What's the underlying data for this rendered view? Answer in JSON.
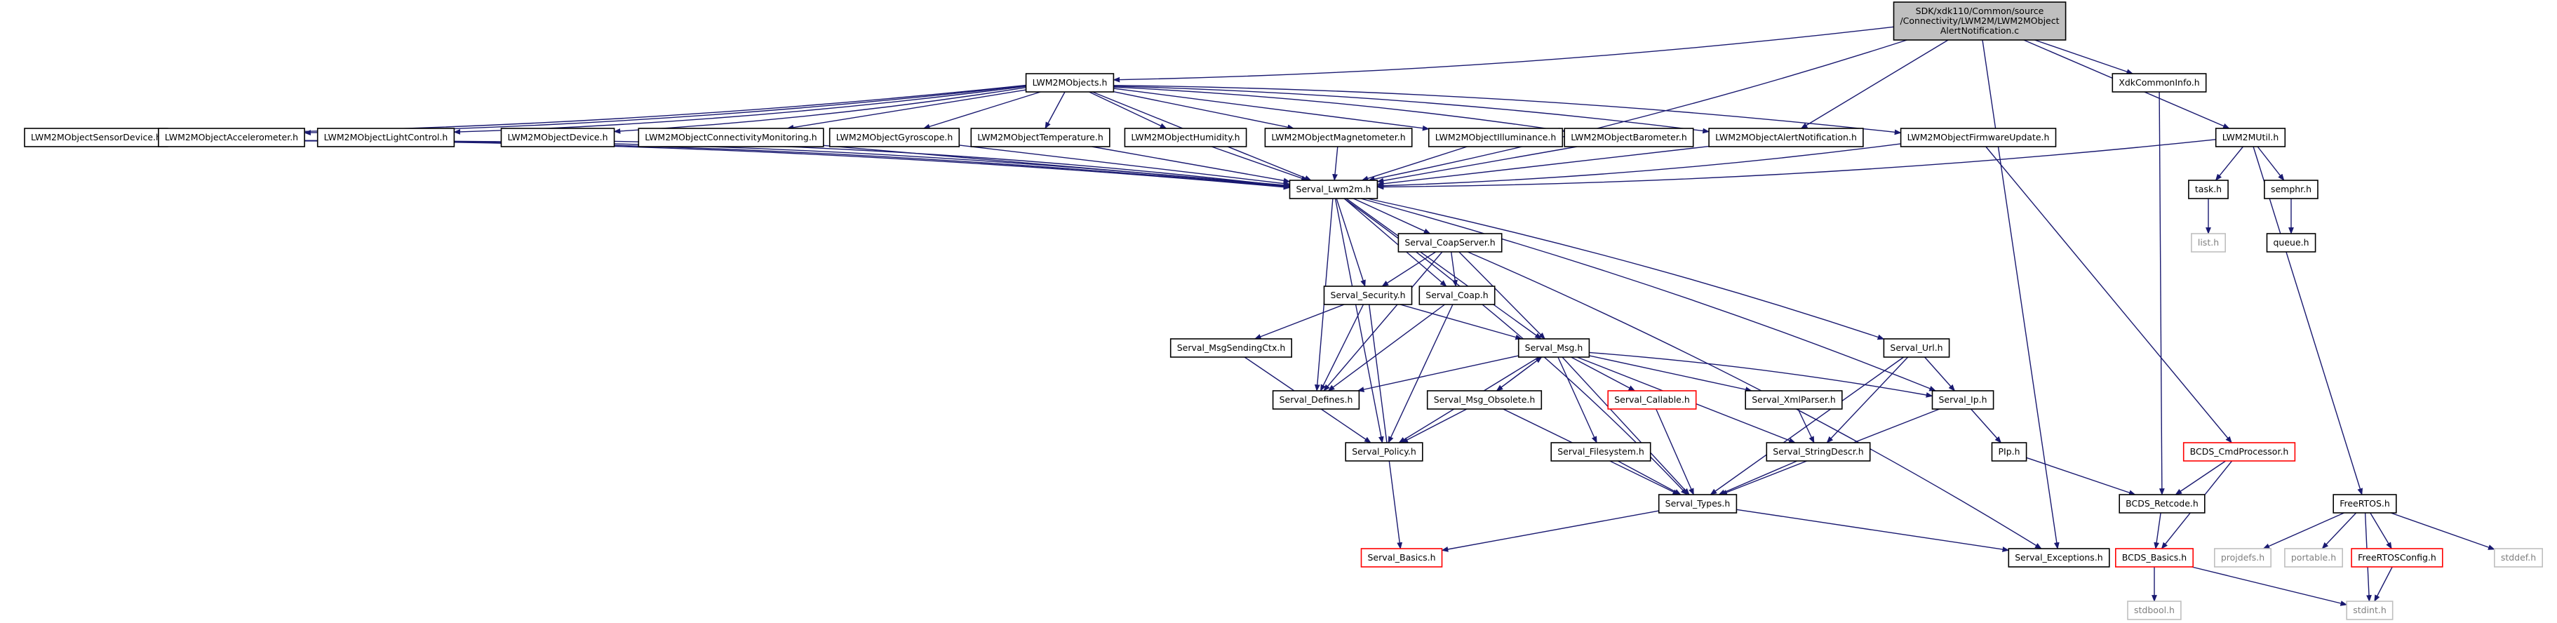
{
  "diagram": {
    "colors": {
      "edge": "#191970",
      "node_border": "#000000",
      "node_red_border": "#ff0000",
      "node_gray_border": "#bfbfbf",
      "root_fill": "#bfbfbf",
      "red_text": "#ff0000",
      "gray_text": "#7f7f7f"
    },
    "nodes": [
      {
        "id": "root",
        "lines": [
          "SDK/xdk110/Common/source",
          "/Connectivity/LWM2M/LWM2MObject",
          "AlertNotification.c"
        ],
        "style": "root"
      },
      {
        "id": "objects",
        "lines": [
          "LWM2MObjects.h"
        ],
        "style": "normal"
      },
      {
        "id": "xdkinfo",
        "lines": [
          "XdkCommonInfo.h"
        ],
        "style": "normal"
      },
      {
        "id": "util",
        "lines": [
          "LWM2MUtil.h"
        ],
        "style": "normal"
      },
      {
        "id": "sensordev",
        "lines": [
          "LWM2MObjectSensorDevice.h"
        ],
        "style": "normal"
      },
      {
        "id": "accel",
        "lines": [
          "LWM2MObjectAccelerometer.h"
        ],
        "style": "normal"
      },
      {
        "id": "light",
        "lines": [
          "LWM2MObjectLightControl.h"
        ],
        "style": "normal"
      },
      {
        "id": "device",
        "lines": [
          "LWM2MObjectDevice.h"
        ],
        "style": "normal"
      },
      {
        "id": "conn",
        "lines": [
          "LWM2MObjectConnectivityMonitoring.h"
        ],
        "style": "normal"
      },
      {
        "id": "gyro",
        "lines": [
          "LWM2MObjectGyroscope.h"
        ],
        "style": "normal"
      },
      {
        "id": "temp",
        "lines": [
          "LWM2MObjectTemperature.h"
        ],
        "style": "normal"
      },
      {
        "id": "humid",
        "lines": [
          "LWM2MObjectHumidity.h"
        ],
        "style": "normal"
      },
      {
        "id": "magn",
        "lines": [
          "LWM2MObjectMagnetometer.h"
        ],
        "style": "normal"
      },
      {
        "id": "illum",
        "lines": [
          "LWM2MObjectIlluminance.h"
        ],
        "style": "normal"
      },
      {
        "id": "baro",
        "lines": [
          "LWM2MObjectBarometer.h"
        ],
        "style": "normal"
      },
      {
        "id": "alert",
        "lines": [
          "LWM2MObjectAlertNotification.h"
        ],
        "style": "normal"
      },
      {
        "id": "fwupd",
        "lines": [
          "LWM2MObjectFirmwareUpdate.h"
        ],
        "style": "normal"
      },
      {
        "id": "lwm2m",
        "lines": [
          "Serval_Lwm2m.h"
        ],
        "style": "normal"
      },
      {
        "id": "task",
        "lines": [
          "task.h"
        ],
        "style": "normal"
      },
      {
        "id": "semphr",
        "lines": [
          "semphr.h"
        ],
        "style": "normal"
      },
      {
        "id": "list",
        "lines": [
          "list.h"
        ],
        "style": "gray"
      },
      {
        "id": "queue",
        "lines": [
          "queue.h"
        ],
        "style": "normal"
      },
      {
        "id": "coapserver",
        "lines": [
          "Serval_CoapServer.h"
        ],
        "style": "normal"
      },
      {
        "id": "security",
        "lines": [
          "Serval_Security.h"
        ],
        "style": "normal"
      },
      {
        "id": "coap",
        "lines": [
          "Serval_Coap.h"
        ],
        "style": "normal"
      },
      {
        "id": "sendingctx",
        "lines": [
          "Serval_MsgSendingCtx.h"
        ],
        "style": "normal"
      },
      {
        "id": "msg",
        "lines": [
          "Serval_Msg.h"
        ],
        "style": "normal"
      },
      {
        "id": "url",
        "lines": [
          "Serval_Url.h"
        ],
        "style": "normal"
      },
      {
        "id": "defines",
        "lines": [
          "Serval_Defines.h"
        ],
        "style": "normal"
      },
      {
        "id": "obsolete",
        "lines": [
          "Serval_Msg_Obsolete.h"
        ],
        "style": "normal"
      },
      {
        "id": "callable",
        "lines": [
          "Serval_Callable.h"
        ],
        "style": "red"
      },
      {
        "id": "xmlparser",
        "lines": [
          "Serval_XmlParser.h"
        ],
        "style": "normal"
      },
      {
        "id": "ip",
        "lines": [
          "Serval_Ip.h"
        ],
        "style": "normal"
      },
      {
        "id": "policy",
        "lines": [
          "Serval_Policy.h"
        ],
        "style": "normal"
      },
      {
        "id": "filesystem",
        "lines": [
          "Serval_Filesystem.h"
        ],
        "style": "normal"
      },
      {
        "id": "stringdescr",
        "lines": [
          "Serval_StringDescr.h"
        ],
        "style": "normal"
      },
      {
        "id": "pip",
        "lines": [
          "PIp.h"
        ],
        "style": "normal"
      },
      {
        "id": "cmdproc",
        "lines": [
          "BCDS_CmdProcessor.h"
        ],
        "style": "red"
      },
      {
        "id": "types",
        "lines": [
          "Serval_Types.h"
        ],
        "style": "normal"
      },
      {
        "id": "retcode",
        "lines": [
          "BCDS_Retcode.h"
        ],
        "style": "normal"
      },
      {
        "id": "freertos",
        "lines": [
          "FreeRTOS.h"
        ],
        "style": "normal"
      },
      {
        "id": "basics",
        "lines": [
          "Serval_Basics.h"
        ],
        "style": "red"
      },
      {
        "id": "exceptions",
        "lines": [
          "Serval_Exceptions.h"
        ],
        "style": "normal"
      },
      {
        "id": "bcdsbasics",
        "lines": [
          "BCDS_Basics.h"
        ],
        "style": "red"
      },
      {
        "id": "projdefs",
        "lines": [
          "projdefs.h"
        ],
        "style": "gray"
      },
      {
        "id": "portable",
        "lines": [
          "portable.h"
        ],
        "style": "gray"
      },
      {
        "id": "frconfig",
        "lines": [
          "FreeRTOSConfig.h"
        ],
        "style": "red"
      },
      {
        "id": "stddef",
        "lines": [
          "stddef.h"
        ],
        "style": "gray"
      },
      {
        "id": "stdbool",
        "lines": [
          "stdbool.h"
        ],
        "style": "gray"
      },
      {
        "id": "stdint",
        "lines": [
          "stdint.h"
        ],
        "style": "gray"
      }
    ],
    "edges": [
      [
        "root",
        "objects"
      ],
      [
        "root",
        "xdkinfo"
      ],
      [
        "root",
        "util"
      ],
      [
        "root",
        "alert"
      ],
      [
        "root",
        "lwm2m"
      ],
      [
        "root",
        "exceptions"
      ],
      [
        "objects",
        "sensordev"
      ],
      [
        "objects",
        "accel"
      ],
      [
        "objects",
        "light"
      ],
      [
        "objects",
        "device"
      ],
      [
        "objects",
        "conn"
      ],
      [
        "objects",
        "gyro"
      ],
      [
        "objects",
        "temp"
      ],
      [
        "objects",
        "humid"
      ],
      [
        "objects",
        "magn"
      ],
      [
        "objects",
        "illum"
      ],
      [
        "objects",
        "baro"
      ],
      [
        "objects",
        "alert"
      ],
      [
        "objects",
        "fwupd"
      ],
      [
        "objects",
        "lwm2m"
      ],
      [
        "sensordev",
        "lwm2m"
      ],
      [
        "accel",
        "lwm2m"
      ],
      [
        "light",
        "lwm2m"
      ],
      [
        "device",
        "lwm2m"
      ],
      [
        "conn",
        "lwm2m"
      ],
      [
        "gyro",
        "lwm2m"
      ],
      [
        "temp",
        "lwm2m"
      ],
      [
        "humid",
        "lwm2m"
      ],
      [
        "magn",
        "lwm2m"
      ],
      [
        "illum",
        "lwm2m"
      ],
      [
        "baro",
        "lwm2m"
      ],
      [
        "alert",
        "lwm2m"
      ],
      [
        "fwupd",
        "lwm2m"
      ],
      [
        "fwupd",
        "cmdproc"
      ],
      [
        "xdkinfo",
        "retcode"
      ],
      [
        "util",
        "lwm2m"
      ],
      [
        "util",
        "task"
      ],
      [
        "util",
        "semphr"
      ],
      [
        "util",
        "freertos"
      ],
      [
        "task",
        "list"
      ],
      [
        "semphr",
        "queue"
      ],
      [
        "lwm2m",
        "coapserver"
      ],
      [
        "lwm2m",
        "security"
      ],
      [
        "lwm2m",
        "coap"
      ],
      [
        "lwm2m",
        "msg"
      ],
      [
        "lwm2m",
        "url"
      ],
      [
        "lwm2m",
        "defines"
      ],
      [
        "lwm2m",
        "ip"
      ],
      [
        "lwm2m",
        "policy"
      ],
      [
        "lwm2m",
        "types"
      ],
      [
        "coapserver",
        "security"
      ],
      [
        "coapserver",
        "coap"
      ],
      [
        "coapserver",
        "msg"
      ],
      [
        "coapserver",
        "defines"
      ],
      [
        "coapserver",
        "exceptions"
      ],
      [
        "security",
        "sendingctx"
      ],
      [
        "security",
        "msg"
      ],
      [
        "security",
        "defines"
      ],
      [
        "security",
        "basics"
      ],
      [
        "coap",
        "defines"
      ],
      [
        "coap",
        "policy"
      ],
      [
        "sendingctx",
        "policy"
      ],
      [
        "msg",
        "defines"
      ],
      [
        "msg",
        "obsolete"
      ],
      [
        "msg",
        "callable"
      ],
      [
        "msg",
        "xmlparser"
      ],
      [
        "msg",
        "ip"
      ],
      [
        "msg",
        "policy"
      ],
      [
        "msg",
        "filesystem"
      ],
      [
        "msg",
        "stringdescr"
      ],
      [
        "msg",
        "types"
      ],
      [
        "obsolete",
        "msg"
      ],
      [
        "obsolete",
        "policy"
      ],
      [
        "obsolete",
        "types"
      ],
      [
        "url",
        "ip"
      ],
      [
        "url",
        "stringdescr"
      ],
      [
        "url",
        "types"
      ],
      [
        "callable",
        "types"
      ],
      [
        "xmlparser",
        "stringdescr"
      ],
      [
        "filesystem",
        "types"
      ],
      [
        "stringdescr",
        "types"
      ],
      [
        "ip",
        "pip"
      ],
      [
        "ip",
        "types"
      ],
      [
        "pip",
        "retcode"
      ],
      [
        "cmdproc",
        "retcode"
      ],
      [
        "cmdproc",
        "bcdsbasics"
      ],
      [
        "types",
        "basics"
      ],
      [
        "types",
        "exceptions"
      ],
      [
        "retcode",
        "bcdsbasics"
      ],
      [
        "bcdsbasics",
        "stdbool"
      ],
      [
        "bcdsbasics",
        "stdint"
      ],
      [
        "freertos",
        "projdefs"
      ],
      [
        "freertos",
        "portable"
      ],
      [
        "freertos",
        "frconfig"
      ],
      [
        "freertos",
        "stddef"
      ],
      [
        "freertos",
        "stdint"
      ],
      [
        "frconfig",
        "stdint"
      ]
    ]
  }
}
